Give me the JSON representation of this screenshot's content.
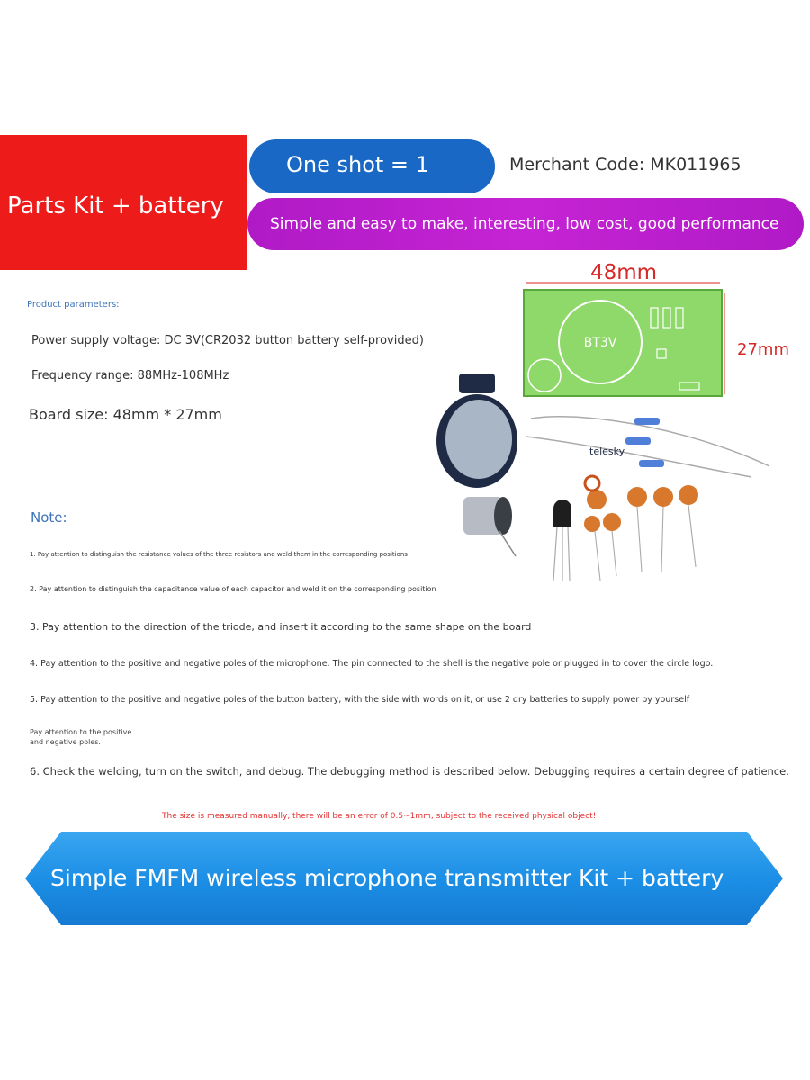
{
  "kit_banner": {
    "label": "Parts Kit + battery",
    "color": "#ee1b1b"
  },
  "shot_pill": {
    "label": "One shot = 1",
    "color": "#1a68c6"
  },
  "merchant": {
    "label": "Merchant Code: MK011965"
  },
  "tagline": {
    "label": "Simple and easy to make, interesting, low cost, good performance",
    "color": "#b01ac6"
  },
  "params": {
    "heading": "Product parameters:",
    "voltage": "Power supply voltage: DC 3V(CR2032 button battery self-provided)",
    "frequency": "Frequency range: 88MHz-108MHz",
    "board_size": "Board size: 48mm * 27mm"
  },
  "photo": {
    "width_label": "48mm",
    "height_label": "27mm",
    "board_label": "BT3V",
    "watermark": "telesky"
  },
  "notes": {
    "heading": "Note:",
    "items": [
      "1. Pay attention to distinguish the resistance values of the three resistors and weld them in the corresponding positions",
      "2. Pay attention to distinguish the capacitance value of each capacitor and weld it on the corresponding position",
      "3. Pay attention to the direction of the triode, and insert it according to the same shape on the board",
      "4. Pay attention to the positive and negative poles of the microphone. The pin connected to the shell is the negative pole or plugged in to cover the circle logo.",
      "5. Pay attention to the positive and negative poles of the button battery, with the side with words on it, or use 2 dry batteries to supply power by yourself",
      "6. Check the welding, turn on the switch, and debug. The debugging method is described below. Debugging requires a certain degree of patience."
    ],
    "poles_hint_line1": "Pay attention to the positive",
    "poles_hint_line2": "and negative poles."
  },
  "disclaimer": "The size is measured manually, there will be an error of 0.5~1mm, subject to the received physical object!",
  "title_banner": {
    "label": "Simple FMFM wireless microphone transmitter Kit + battery",
    "color": "#1c8fe6"
  }
}
